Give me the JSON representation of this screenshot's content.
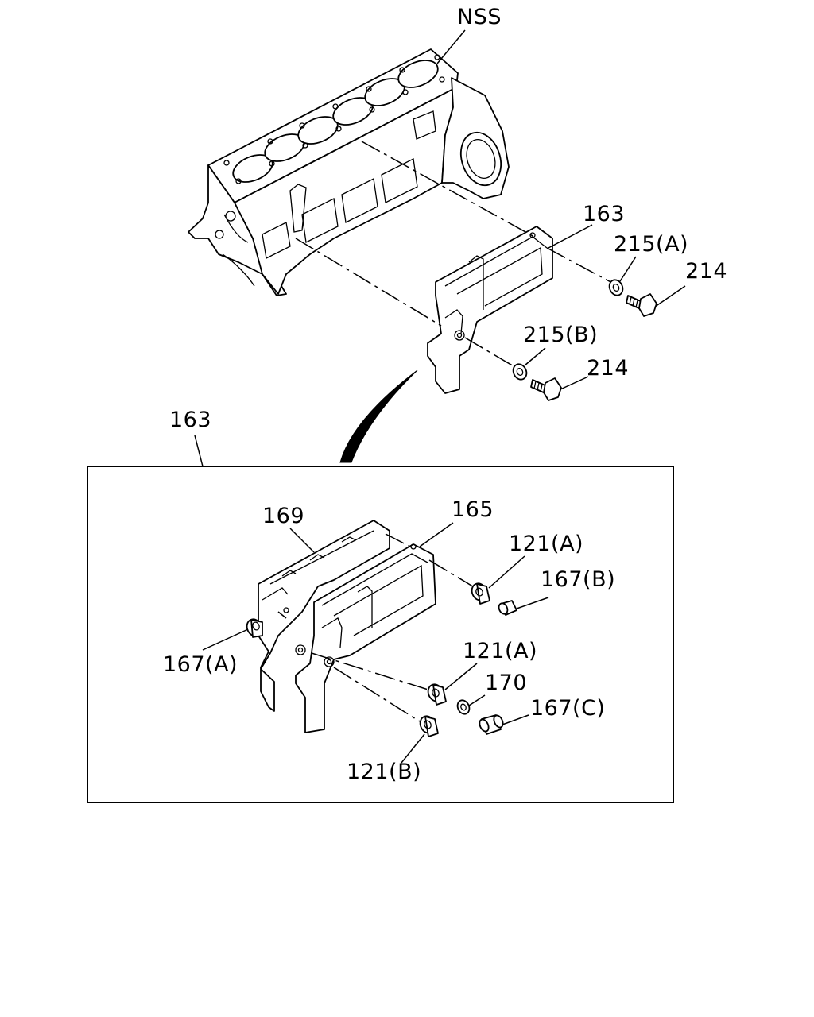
{
  "callouts": {
    "nss": "NSS",
    "top_163": "163",
    "top_215a": "215(A)",
    "top_214a": "214",
    "top_215b": "215(B)",
    "top_214b": "214",
    "box_163": "163",
    "c169": "169",
    "c165": "165",
    "c121a_1": "121(A)",
    "c167b": "167(B)",
    "c167a": "167(A)",
    "c121a_2": "121(A)",
    "c170": "170",
    "c167c": "167(C)",
    "c121b": "121(B)"
  }
}
